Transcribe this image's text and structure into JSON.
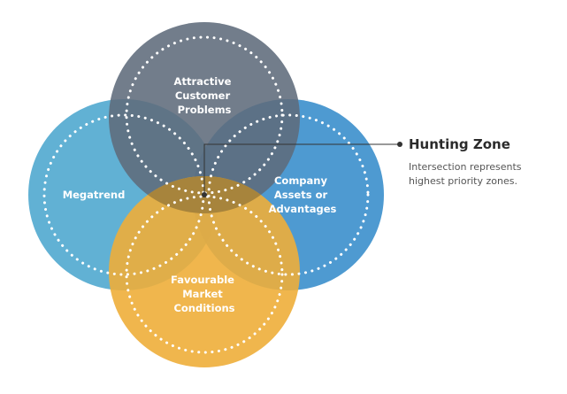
{
  "zones": {
    "top": {
      "lines": [
        "Attractive",
        "Customer",
        "Problems"
      ],
      "color": "#5f6b7b"
    },
    "left": {
      "lines": [
        "Megatrend"
      ],
      "color": "#50a9cf"
    },
    "right": {
      "lines": [
        "Company",
        "Assets or",
        "Advantages"
      ],
      "color": "#3b8fcc"
    },
    "bottom": {
      "lines": [
        "Favourable",
        "Market",
        "Conditions"
      ],
      "color": "#eeae3a"
    }
  },
  "center": {
    "color": "#9c7e3c"
  },
  "callout": {
    "title": "Hunting Zone",
    "desc": [
      "Intersection represents",
      "highest priority zones."
    ]
  }
}
